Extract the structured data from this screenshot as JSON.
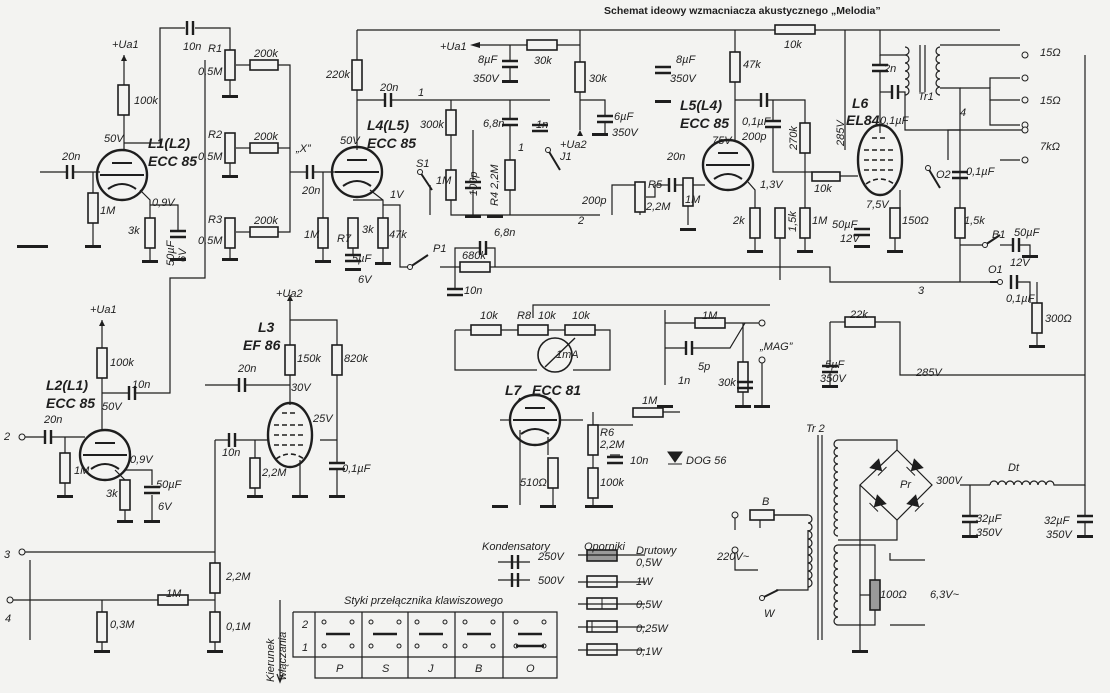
{
  "title": "Schemat ideowy wzmacniacza akustycznego „Melodia”",
  "tubes": {
    "l1": {
      "name": "L1(L2)",
      "type": "ECC 85"
    },
    "l2": {
      "name": "L2(L1)",
      "type": "ECC 85"
    },
    "l3": {
      "name": "L3",
      "type": "EF 86"
    },
    "l4": {
      "name": "L4(L5)",
      "type": "ECC 85"
    },
    "l5": {
      "name": "L5(L4)",
      "type": "ECC 85"
    },
    "l6": {
      "name": "L6",
      "type": "EL84"
    },
    "l7": {
      "name": "L7",
      "type": "ECC 81"
    }
  },
  "stage_l1": [
    "+Ua1",
    "100k",
    "50V",
    "20n",
    "1M",
    "3k",
    "0,9V",
    "50µF",
    "6V",
    "10n"
  ],
  "tone_network": [
    "R1",
    "0,5M",
    "200k",
    "R2",
    "0,5M",
    "200k",
    "R3",
    "0,5M",
    "200k",
    "„X”"
  ],
  "stage_l4": [
    "20n",
    "220k",
    "20n",
    "50V",
    "1M",
    "R7",
    "3k",
    "5µF",
    "6V",
    "47k",
    "1V"
  ],
  "filter_network": [
    "+Ua1",
    "8µF",
    "350V",
    "30k",
    "30k",
    "6µF",
    "350V",
    "1",
    "300k",
    "S1",
    "1M",
    "100p",
    "6,8n",
    "1",
    "R4 2,2M",
    "1n",
    "J1",
    "+Ua2",
    "2",
    "200p",
    "R5",
    "2,2M"
  ],
  "feedback": [
    "P1",
    "6,8n",
    "680k",
    "10n"
  ],
  "stage_l5": [
    "20n",
    "1M",
    "8µF",
    "350V",
    "47k",
    "0,1µF",
    "200p",
    "270k",
    "75V",
    "1,3V",
    "2k",
    "1,5k",
    "1M",
    "10k",
    "10k"
  ],
  "output_stage": [
    "2n",
    "Tr1",
    "285V",
    "0,1µF",
    "15Ω",
    "15Ω",
    "7kΩ",
    "4",
    "O2",
    "0,1µF",
    "7,5V",
    "50µF",
    "12V",
    "150Ω",
    "1,5k",
    "B1",
    "50µF",
    "12V",
    "3",
    "O1",
    "0,1µF",
    "300Ω",
    "22k",
    "285V",
    "5µF",
    "350V"
  ],
  "indicator": [
    "10k",
    "R8",
    "10k",
    "10k",
    "1mA",
    "510Ω",
    "R6",
    "2,2M",
    "100k",
    "1M",
    "10n",
    "DOG 56",
    "1M",
    "5p",
    "1n",
    "30k",
    "„MAG”"
  ],
  "stage_l2": [
    "+Ua1",
    "100k",
    "10n",
    "50V",
    "2",
    "20n",
    "1M",
    "0,9V",
    "3k",
    "50µF",
    "6V"
  ],
  "stage_l3": [
    "+Ua2",
    "150k",
    "820k",
    "20n",
    "30V",
    "25V",
    "10n",
    "2,2M",
    "0,1µF"
  ],
  "inputs": [
    "3",
    "2,2M",
    "1M",
    "4",
    "0,3M",
    "0,1M"
  ],
  "power_supply": [
    "Tr 2",
    "B",
    "220V~",
    "W",
    "Pr",
    "300V",
    "Dt",
    "32µF",
    "350V",
    "32µF",
    "350V",
    "100Ω",
    "6,3V~"
  ],
  "legend": {
    "capacitors_title": "Kondensatory",
    "capacitors": [
      "250V",
      "500V"
    ],
    "resistors_title": "Oporniki",
    "resistors": [
      "Drutowy",
      "0,5W",
      "1W",
      "0,5W",
      "0,25W",
      "0,1W"
    ]
  },
  "switch_table": {
    "title": "Styki przełącznika klawiszowego",
    "direction_label": [
      "Kierunek",
      "włączania"
    ],
    "rows": [
      "2",
      "1"
    ],
    "columns": [
      "P",
      "S",
      "J",
      "B",
      "O"
    ]
  }
}
